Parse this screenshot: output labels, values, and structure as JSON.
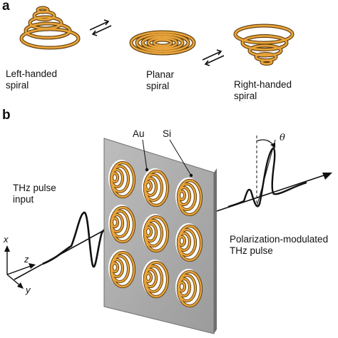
{
  "panel_a": {
    "label": "a",
    "spirals": [
      {
        "name": "left-handed",
        "line1": "Left-handed",
        "line2": "spiral"
      },
      {
        "name": "planar",
        "line1": "Planar",
        "line2": "spiral"
      },
      {
        "name": "right-handed",
        "line1": "Right-handed",
        "line2": "spiral"
      }
    ],
    "equilibrium_symbol": "⇌"
  },
  "panel_b": {
    "label": "b",
    "material_au": "Au",
    "material_si": "Si",
    "input_line1": "THz pulse",
    "input_line2": "input",
    "output_line1": "Polarization-modulated",
    "output_line2": "THz pulse",
    "angle_symbol": "θ",
    "axis_x": "x",
    "axis_y": "y",
    "axis_z": "z"
  },
  "colors": {
    "gold": "#e8a33a",
    "gold_dark": "#9a6418",
    "plate": "#a9a9a9",
    "plate_edge": "#6e6e6e",
    "ink": "#111111"
  }
}
